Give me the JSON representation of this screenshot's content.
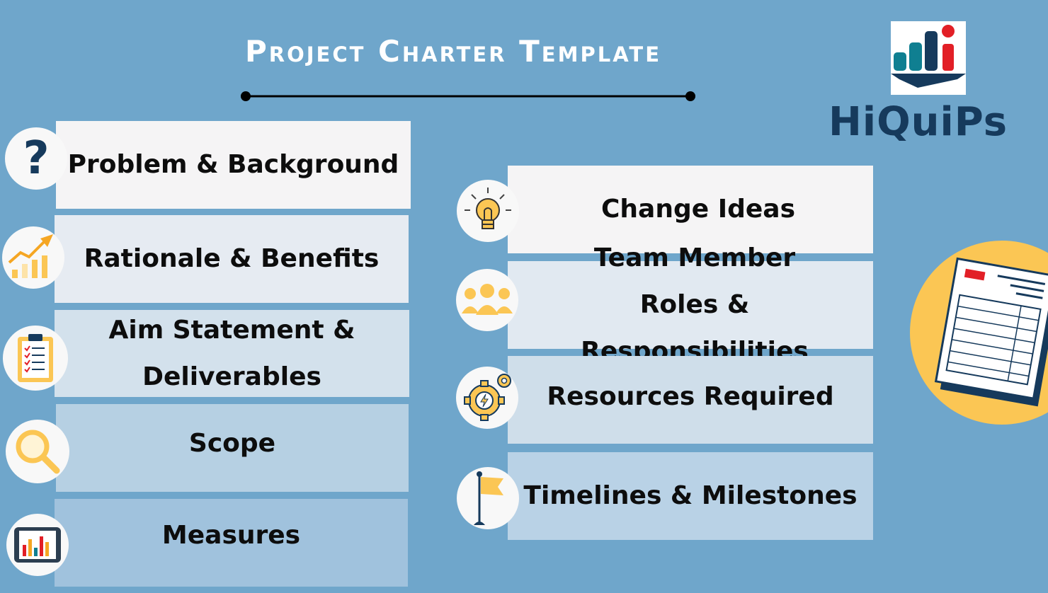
{
  "title": "Project Charter Template",
  "brand": {
    "name": "HiQuiPs"
  },
  "left_items": [
    {
      "label": "Problem & Background",
      "icon": "question-icon"
    },
    {
      "label": "Rationale & Benefits",
      "icon": "growth-chart-icon"
    },
    {
      "label": "Aim Statement &\nDeliverables",
      "icon": "checklist-clipboard-icon"
    },
    {
      "label": "Scope",
      "icon": "magnifier-icon"
    },
    {
      "label": "Measures",
      "icon": "tablet-chart-icon"
    }
  ],
  "right_items": [
    {
      "label": "Change Ideas",
      "icon": "lightbulb-icon"
    },
    {
      "label": "Team Member\nRoles & Responsibilities",
      "icon": "team-icon"
    },
    {
      "label": "Resources Required",
      "icon": "gear-icon"
    },
    {
      "label": "Timelines & Milestones",
      "icon": "flag-icon"
    }
  ],
  "colors": {
    "background": "#6fa6cb",
    "accent_yellow": "#fbc654",
    "brand_navy": "#163a5c",
    "icon_teal": "#0f7f91",
    "icon_red": "#e21f26"
  }
}
